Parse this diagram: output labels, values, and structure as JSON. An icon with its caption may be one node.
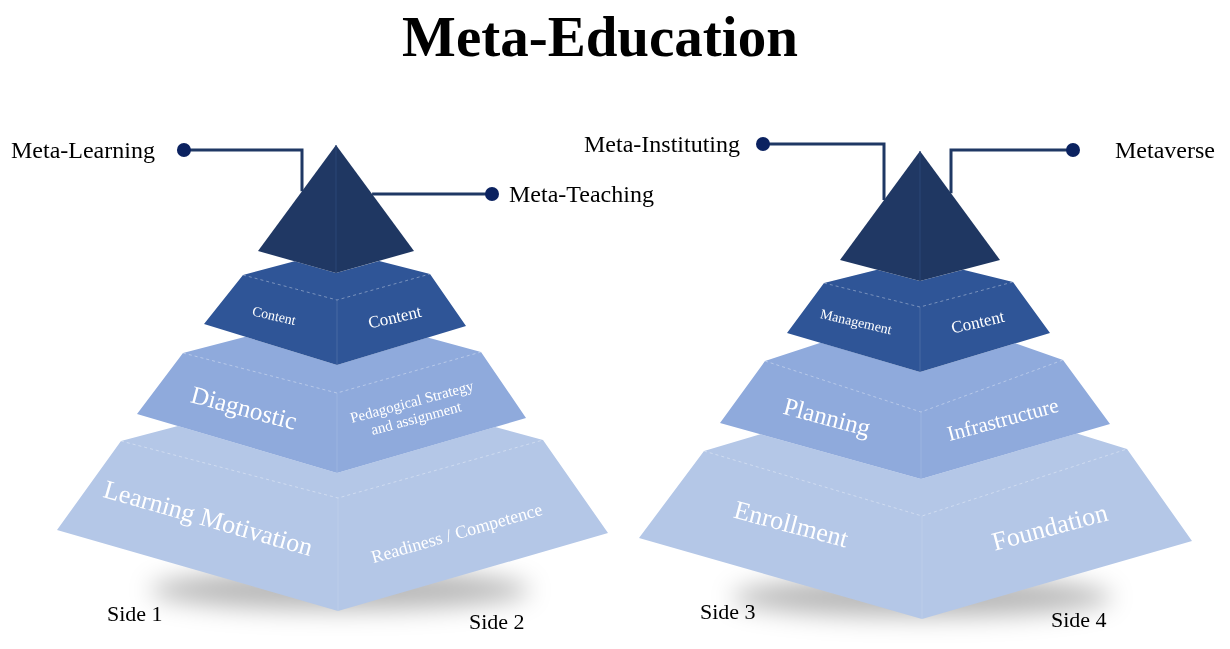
{
  "diagram": {
    "title": "Meta-Education",
    "nodes": [
      {
        "text": [
          "Meta-Learning"
        ]
      },
      {
        "text": [],
        "shape": "pyramid"
      },
      {
        "text": [
          "Meta-Teaching"
        ]
      },
      {
        "text": [
          "Content",
          "Content"
        ]
      },
      {
        "text": [
          "Diagnostic",
          "Pedagogical Strategy and assignment"
        ]
      },
      {
        "text": [
          "Learning Motivation",
          "Readiness / Competence"
        ]
      },
      {
        "text": [
          "Meta-Instituting"
        ]
      },
      {
        "text": [],
        "shape": "pyramid"
      },
      {
        "text": [
          "Metaverse"
        ]
      },
      {
        "text": [
          "Management",
          "Content"
        ]
      },
      {
        "text": [
          "Planning",
          "Infrastructure"
        ]
      },
      {
        "text": [
          "Enrollment",
          "Foundation"
        ]
      }
    ],
    "edges": [
      {
        "from": 0,
        "to": 1,
        "arrow": "other"
      },
      {
        "from": 2,
        "to": 1,
        "arrow": "other"
      },
      {
        "from": 6,
        "to": 7,
        "arrow": "other"
      },
      {
        "from": 8,
        "to": 7,
        "arrow": "other"
      }
    ],
    "labels": [
      "Side 1",
      "Side 2",
      "Side 3",
      "Side 4"
    ]
  }
}
